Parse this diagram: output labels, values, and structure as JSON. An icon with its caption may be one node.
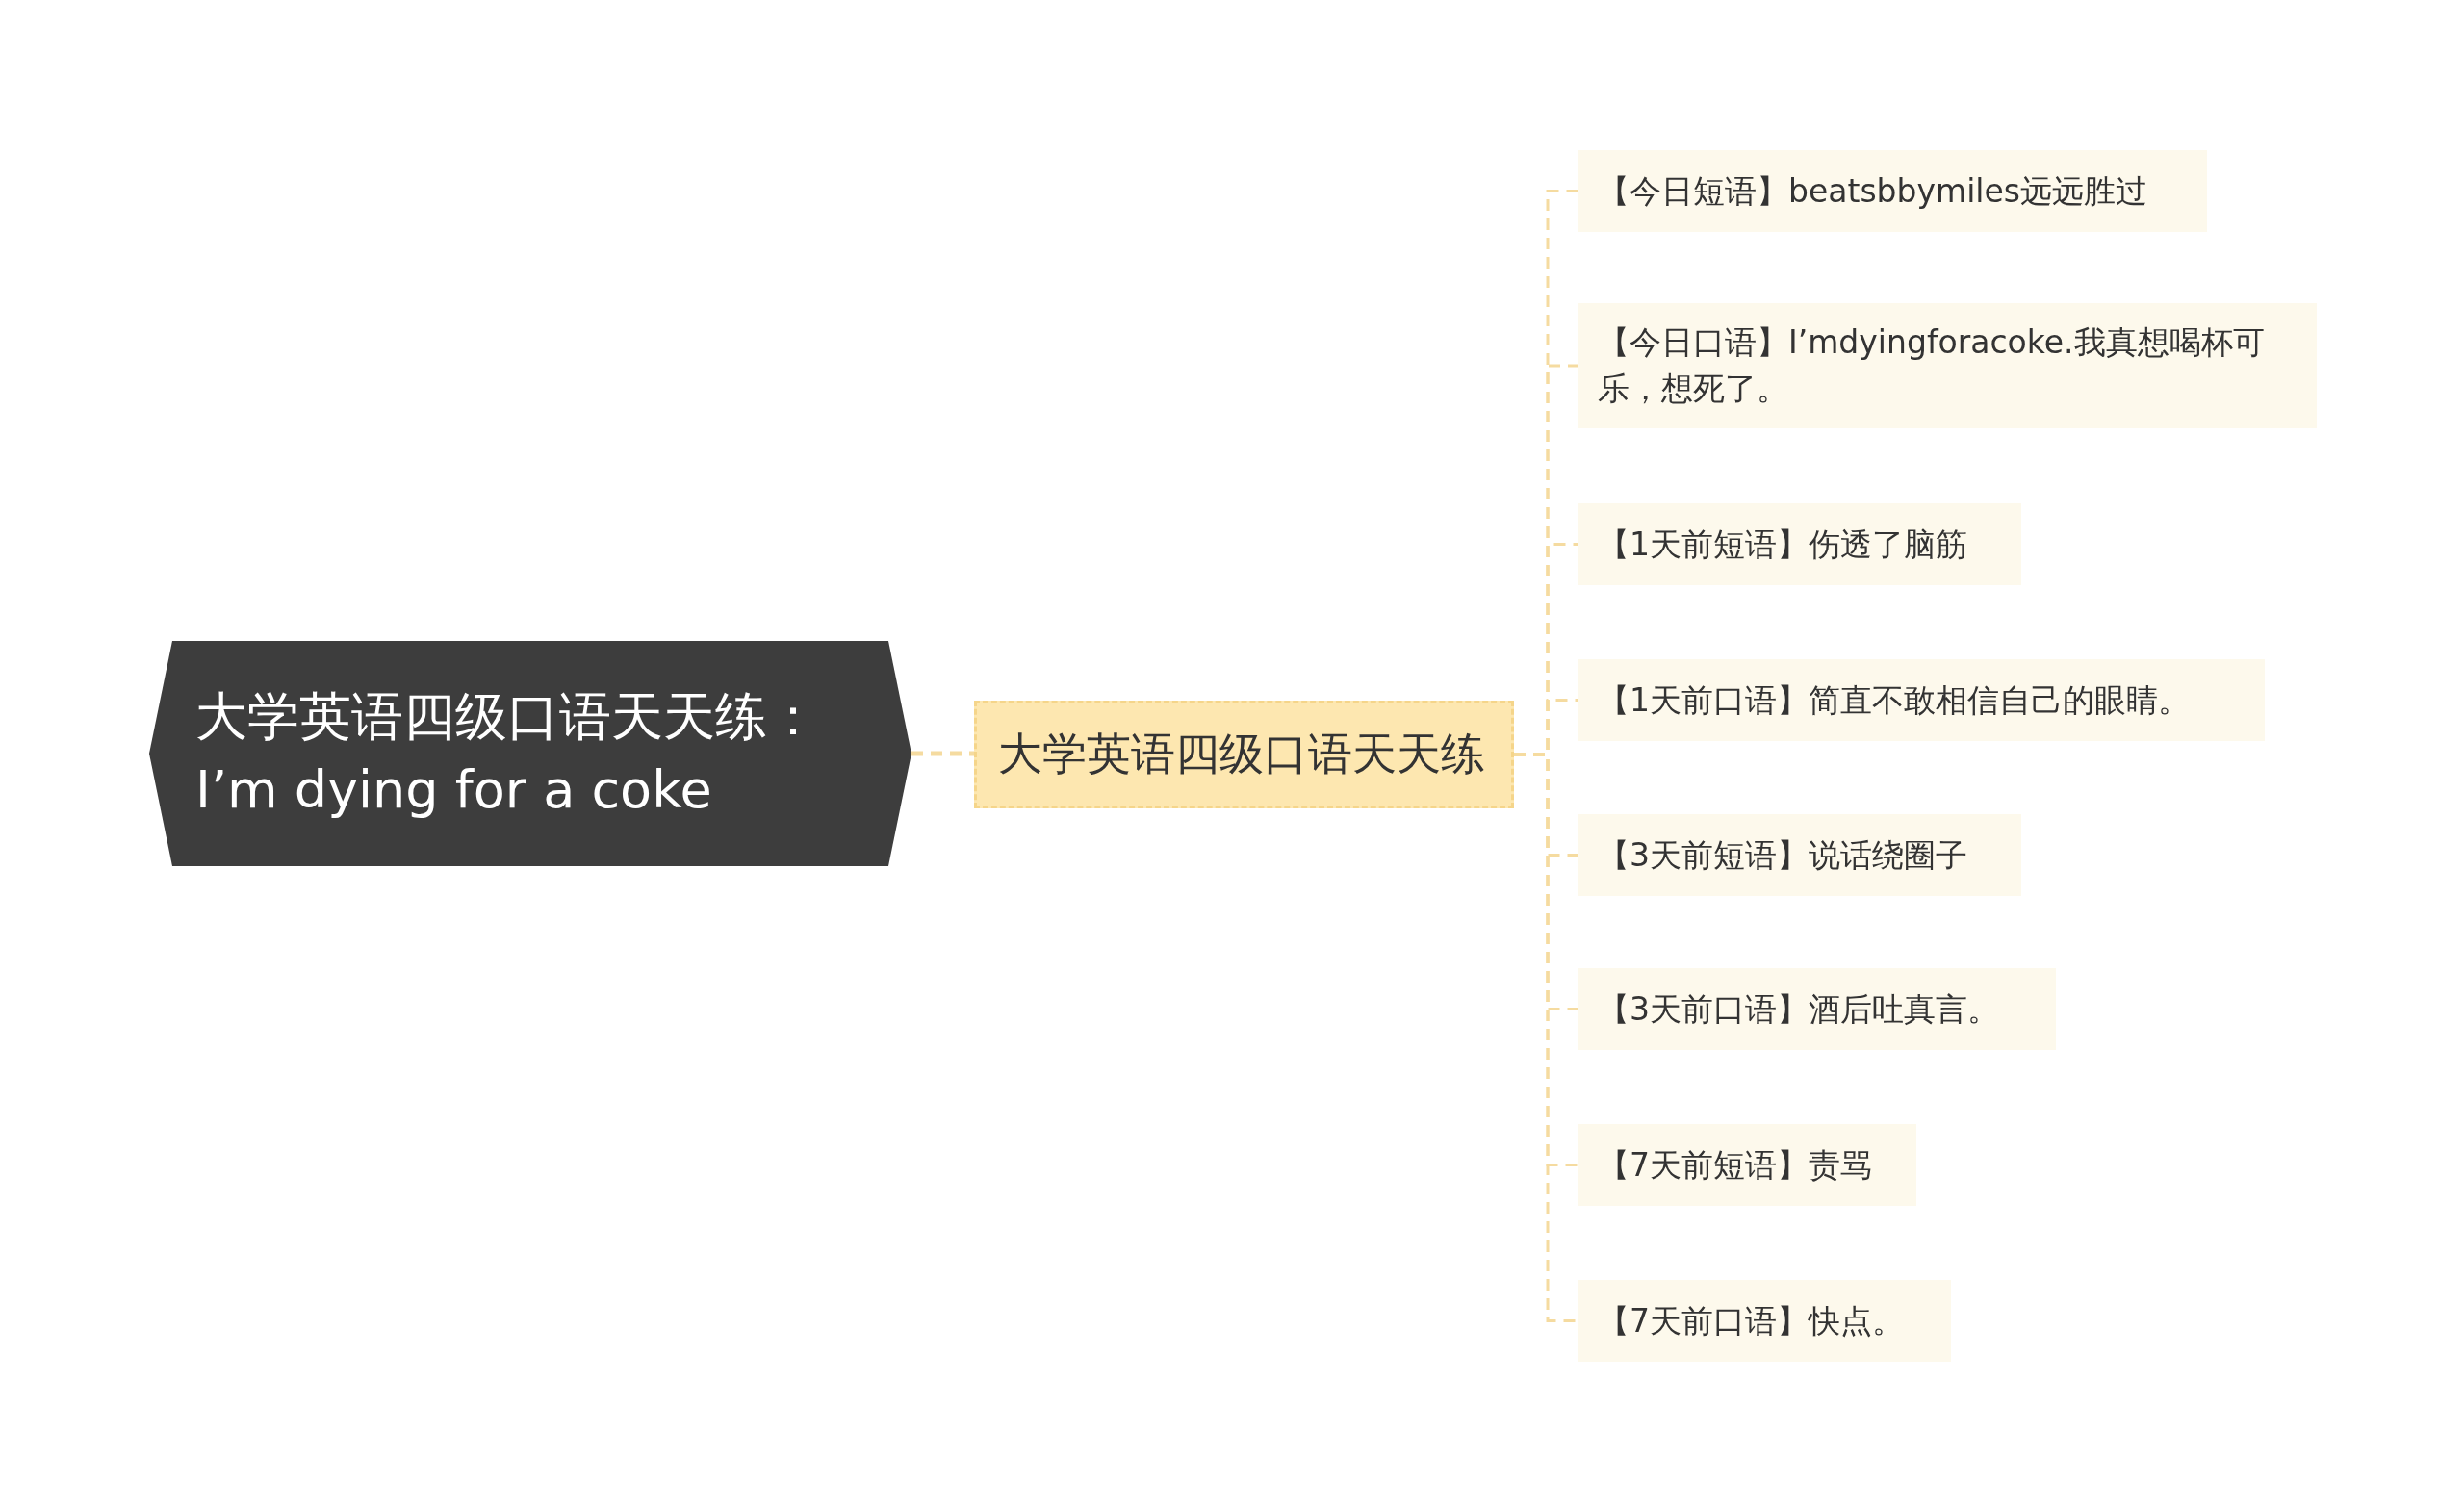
{
  "diagram": {
    "nodes": [
      {
        "text": [
          "大学英语四级口语天天练：I’m dying for a coke"
        ]
      },
      {
        "text": [
          "大学英语四级口语天天练"
        ]
      },
      {
        "text": [
          "【今日短语】beatsbbymiles远远胜过"
        ]
      },
      {
        "text": [
          "【今日口语】I’mdyingforacoke.我真想喝杯可乐，想死了。"
        ]
      },
      {
        "text": [
          "【1天前短语】伤透了脑筋"
        ]
      },
      {
        "text": [
          "【1天前口语】简直不敢相信自己的眼睛。"
        ]
      },
      {
        "text": [
          "【3天前短语】说话绕圈子"
        ]
      },
      {
        "text": [
          "【3天前口语】酒后吐真言。"
        ]
      },
      {
        "text": [
          "【7天前短语】责骂"
        ]
      },
      {
        "text": [
          "【7天前口语】快点。"
        ]
      }
    ],
    "edges": [
      {
        "from": 0,
        "to": 1,
        "arrow": "none",
        "style": "dashed"
      },
      {
        "from": 1,
        "to": 2,
        "arrow": "none",
        "style": "dashed"
      },
      {
        "from": 1,
        "to": 3,
        "arrow": "none",
        "style": "dashed"
      },
      {
        "from": 1,
        "to": 4,
        "arrow": "none",
        "style": "dashed"
      },
      {
        "from": 1,
        "to": 5,
        "arrow": "none",
        "style": "dashed"
      },
      {
        "from": 1,
        "to": 6,
        "arrow": "none",
        "style": "dashed"
      },
      {
        "from": 1,
        "to": 7,
        "arrow": "none",
        "style": "dashed"
      },
      {
        "from": 1,
        "to": 8,
        "arrow": "none",
        "style": "dashed"
      },
      {
        "from": 1,
        "to": 9,
        "arrow": "none",
        "style": "dashed"
      }
    ]
  }
}
